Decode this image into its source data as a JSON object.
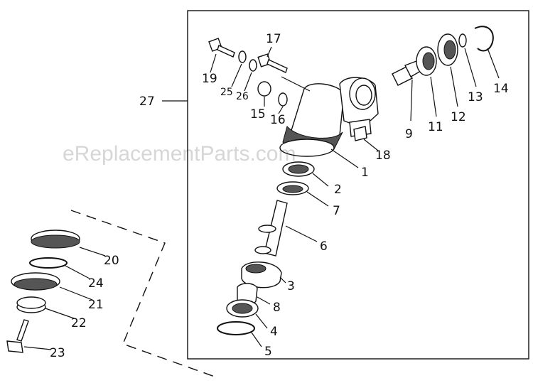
{
  "watermark": "eReplacementParts.com",
  "assembly_label": "27",
  "callouts": {
    "p1": "1",
    "p2": "2",
    "p3": "3",
    "p4": "4",
    "p5": "5",
    "p6": "6",
    "p7": "7",
    "p8": "8",
    "p9": "9",
    "p11": "11",
    "p12": "12",
    "p13": "13",
    "p14": "14",
    "p15": "15",
    "p16": "16",
    "p17": "17",
    "p18": "18",
    "p19": "19",
    "p20": "20",
    "p21": "21",
    "p22": "22",
    "p23": "23",
    "p24": "24",
    "p25": "25",
    "p26": "26"
  }
}
